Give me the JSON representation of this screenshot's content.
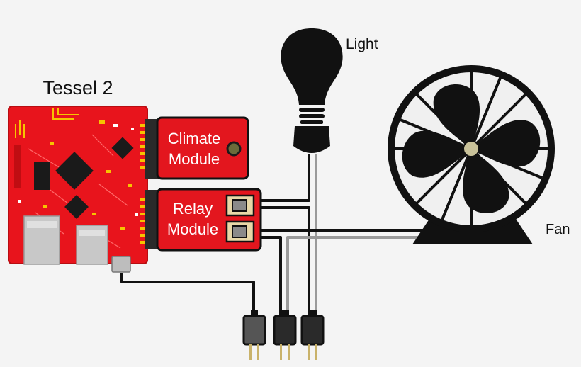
{
  "labels": {
    "board": "Tessel 2",
    "light": "Light",
    "fan": "Fan",
    "climate_line1": "Climate",
    "climate_line2": "Module",
    "relay_line1": "Relay",
    "relay_line2": "Module"
  },
  "icons": {
    "board": "tessel-board-icon",
    "bulb": "light-bulb-icon",
    "fan": "fan-icon",
    "plug": "power-plug-icon"
  },
  "colors": {
    "board_red": "#e8141c",
    "module_red": "#e3161e",
    "wire_black": "#111111",
    "wire_gray": "#9a9a9a",
    "background": "#f4f4f4"
  }
}
